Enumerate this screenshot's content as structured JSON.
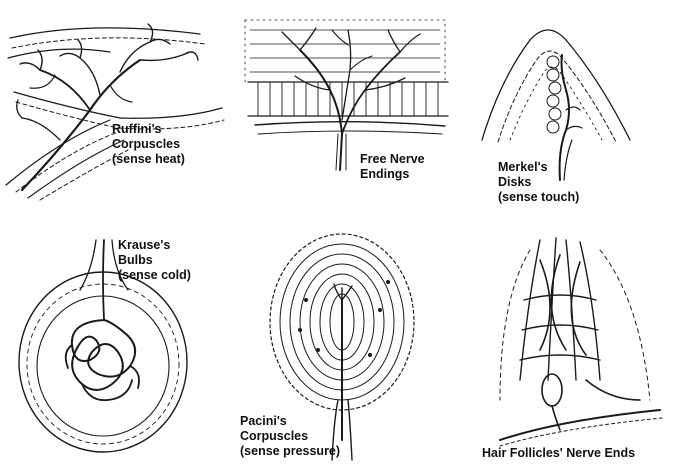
{
  "receptors": {
    "ruffini": {
      "lines": [
        "Ruffini's",
        "Corpuscles",
        "(sense heat)"
      ]
    },
    "free_nerve": {
      "lines": [
        "Free Nerve",
        "Endings"
      ]
    },
    "merkel": {
      "lines": [
        "Merkel's",
        "Disks",
        "(sense touch)"
      ]
    },
    "krause": {
      "lines": [
        "Krause's",
        "Bulbs",
        "(sense cold)"
      ]
    },
    "pacini": {
      "lines": [
        "Pacini's",
        "Corpuscles",
        "(sense pressure)"
      ]
    },
    "hair": {
      "lines": [
        "Hair Follicles' Nerve Ends"
      ]
    }
  }
}
